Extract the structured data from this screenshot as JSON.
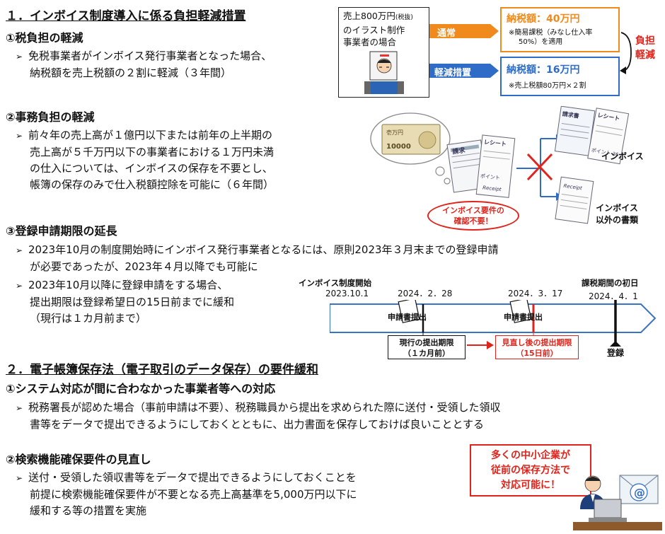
{
  "section1": {
    "heading": "１．インボイス制度導入に係る負担軽減措置",
    "sub1": {
      "heading": "①税負担の軽減",
      "bullets": [
        [
          "免税事業者がインボイス発行事業者となった場合、",
          "納税額を売上税額の２割に軽減（３年間）"
        ]
      ]
    },
    "sub2": {
      "heading": "②事務負担の軽減",
      "bullets": [
        [
          "前々年の売上高が１億円以下または前年の上半期の",
          "売上高が５千万円以下の事業者における１万円未満",
          "の仕入については、インボイスの保存を不要とし、",
          "帳簿の保存のみで仕入税額控除を可能に（６年間）"
        ]
      ]
    },
    "sub3": {
      "heading": "③登録申請期限の延長",
      "bullets": [
        [
          "2023年10月の制度開始時にインボイス発行事業者となるには、原則2023年３月末までの登録申請",
          "が必要であったが、2023年４月以降でも可能に"
        ],
        [
          "2023年10月以降に登録申請をする場合、",
          "提出期限は登録希望日の15日前までに緩和",
          "（現行は１カ月前まで）"
        ]
      ]
    }
  },
  "diagram_tax": {
    "case_lines": [
      "売上800万円",
      "(税抜)",
      "のイラスト制作",
      "事業者の場合"
    ],
    "normal_label": "通常",
    "reduced_label": "軽減措置",
    "normal_tax": "納税額：40万円",
    "normal_note_lines": [
      "※簡易課税（みなし仕入率",
      "50%）を適用"
    ],
    "reduced_tax": "納税額：16万円",
    "reduced_note": "※売上税額80万円×２割",
    "burden_lines": [
      "負担",
      "軽減"
    ]
  },
  "diagram_invoice": {
    "bill_amount": "壱万円",
    "bill_number": "10000",
    "doc_seikyu": "請求",
    "doc_receipt": "レシート",
    "doc_point": "ポイント",
    "doc_receipt_en": "Receipt",
    "doc_seikyu2": "請求書",
    "doc_point36": "ポイント 36",
    "invoice_label": "インボイス",
    "other_label_lines": [
      "インボイス",
      "以外の書類"
    ],
    "callout_lines": [
      "インボイス要件の",
      "確認不要！"
    ]
  },
  "timeline": {
    "start_label": "インボイス制度開始",
    "start_date": "2023.10.1",
    "date1": "2024．2．28",
    "date2": "2024．3．17",
    "end_label": "課税期間の初日",
    "end_date": "2024．4．1",
    "submit1": "申請書提出",
    "submit2": "申請書提出",
    "current_lines": [
      "現行の提出期限",
      "（１カ月前）"
    ],
    "revised_lines": [
      "見直し後の提出期限",
      "（15日前）"
    ],
    "register": "登録"
  },
  "section2": {
    "heading": "２．電子帳簿保存法（電子取引のデータ保存）の要件緩和",
    "sub1": {
      "heading": "①システム対応が間に合わなかった事業者等への対応",
      "bullets": [
        [
          "税務署長が認めた場合（事前申請は不要）、税務職員から提出を求められた際に送付・受領した領収",
          "書等をデータで提出できるようにしておくとともに、出力書面を保存しておけば良いこととする"
        ]
      ]
    },
    "sub2": {
      "heading": "②検索機能確保要件の見直し",
      "bullets": [
        [
          "送付・受領した領収書等をデータで提出できるようにしておくことを",
          "前提に検索機能確保要件が不要となる売上高基準を5,000万円以下に",
          "緩和する等の措置を実施"
        ]
      ]
    }
  },
  "sme_box_lines": [
    "多くの中小企業が",
    "従前の保存方法で",
    "対応可能に！"
  ],
  "email_symbol": "@",
  "colors": {
    "orange": "#f08a1c",
    "blue": "#2e6cc7",
    "red": "#e0241c",
    "timeline_blue": "#3b73c4"
  }
}
